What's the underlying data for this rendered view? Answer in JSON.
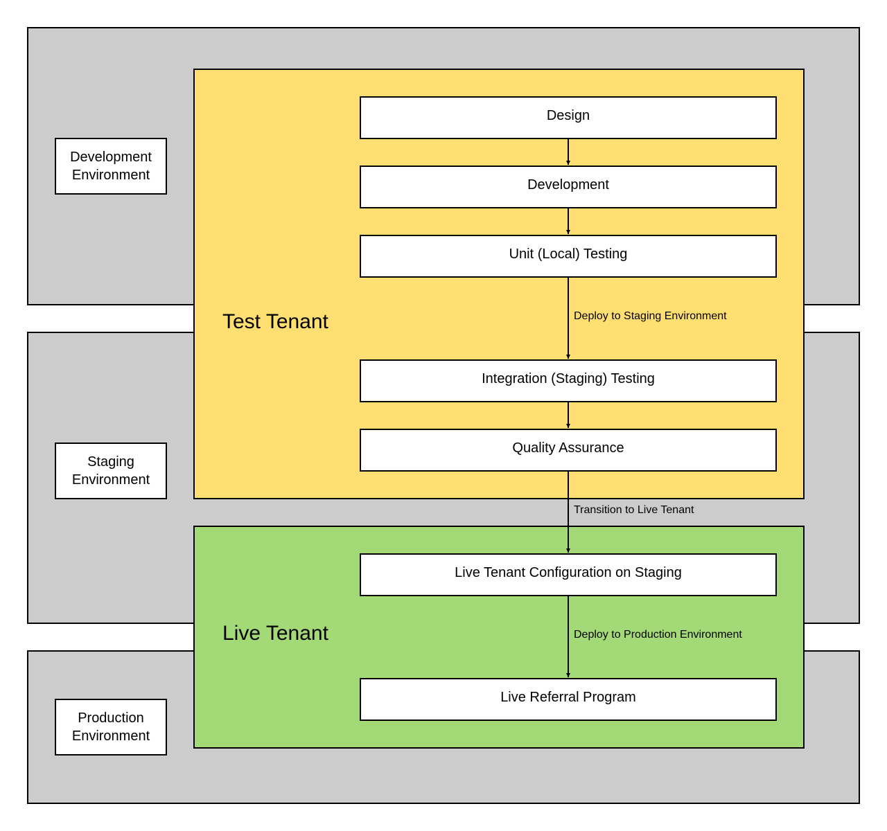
{
  "colors": {
    "environment_fill": "#cccccc",
    "test_tenant_fill": "#ffdf71",
    "live_tenant_fill": "#a3d977",
    "box_fill": "#ffffff",
    "stroke": "#000000"
  },
  "environments": {
    "development": "Development\nEnvironment",
    "staging": "Staging\nEnvironment",
    "production": "Production\nEnvironment"
  },
  "tenants": {
    "test": "Test Tenant",
    "live": "Live Tenant"
  },
  "steps": {
    "design": "Design",
    "development": "Development",
    "unit_testing": "Unit (Local) Testing",
    "integration_testing": "Integration (Staging) Testing",
    "quality_assurance": "Quality Assurance",
    "live_config": "Live Tenant Configuration on Staging",
    "live_program": "Live Referral Program"
  },
  "edge_labels": {
    "deploy_staging": "Deploy to Staging Environment",
    "transition_live": "Transition to Live Tenant",
    "deploy_production": "Deploy to Production Environment"
  }
}
